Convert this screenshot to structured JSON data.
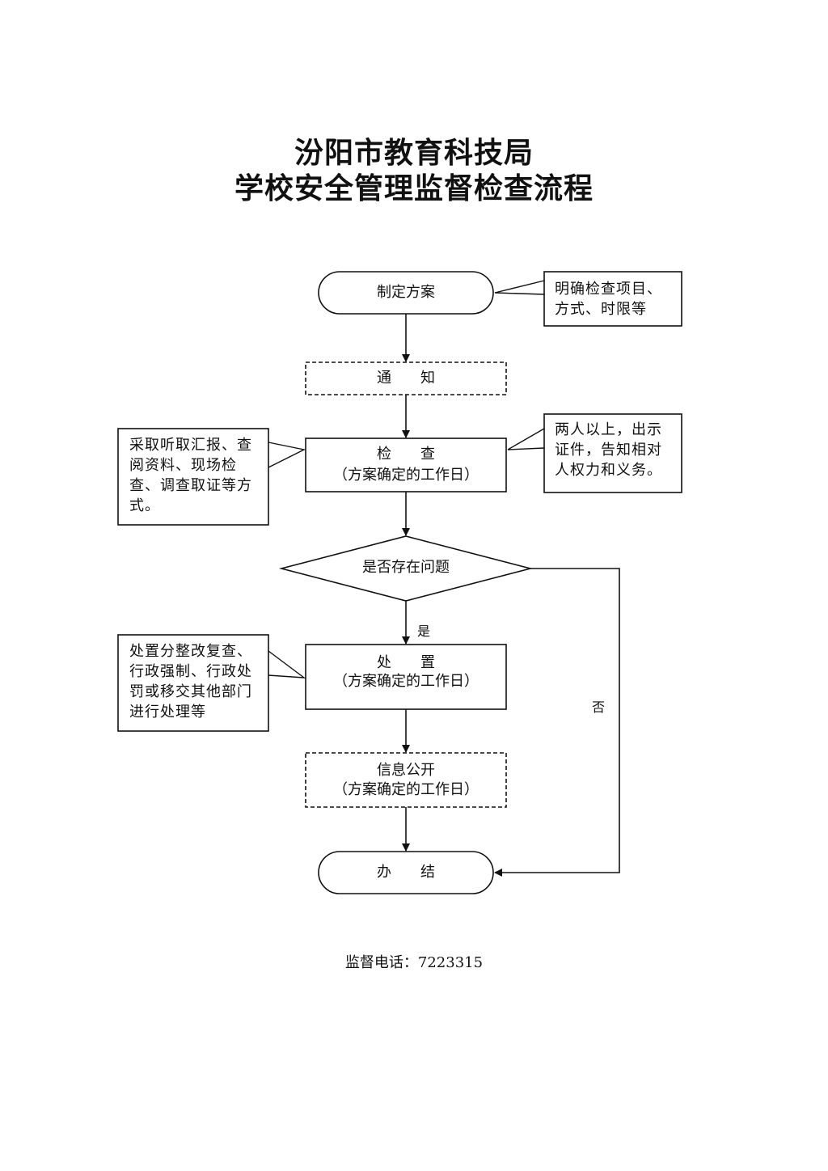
{
  "title": {
    "line1": "汾阳市教育科技局",
    "line2": "学校安全管理监督检查流程"
  },
  "steps": {
    "plan": "制定方案",
    "notify": "通　　知",
    "inspect": "检　　查",
    "inspect_sub": "（方案确定的工作日）",
    "decision": "是否存在问题",
    "handle": "处　　置",
    "handle_sub": "（方案确定的工作日）",
    "publish": "信息公开",
    "publish_sub": "（方案确定的工作日）",
    "finish": "办　　结"
  },
  "branches": {
    "yes": "是",
    "no": "否"
  },
  "notes": {
    "plan_note": "明确检查项目、方式、时限等",
    "inspect_right_note": "两人以上，出示证件，告知相对人权力和义务。",
    "inspect_left_note": "采取听取汇报、查阅资料、现场检查、调查取证等方式。",
    "handle_note": "处置分整改复查、行政强制、行政处罚或移交其他部门进行处理等"
  },
  "footer": {
    "phone": "监督电话：7223315"
  }
}
